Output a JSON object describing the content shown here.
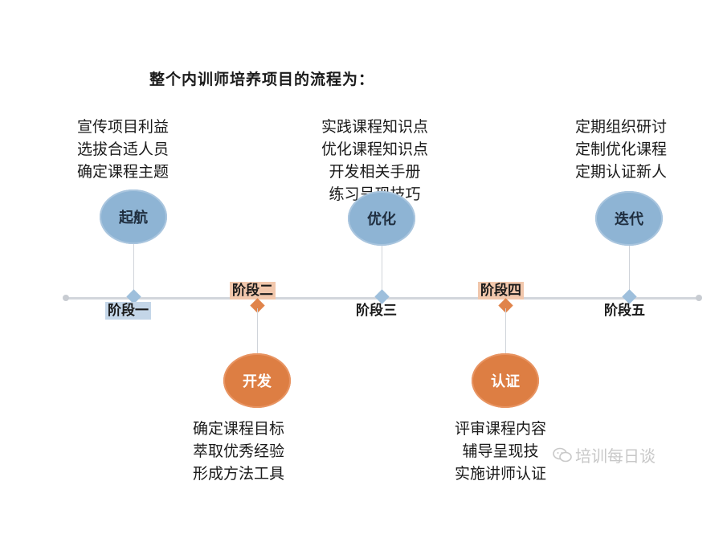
{
  "title": "整个内训师培养项目的流程为：",
  "stages": [
    {
      "stage": "阶段一",
      "node": "起航",
      "color": "blue",
      "items": [
        "宣传项目利益",
        "选拔合适人员",
        "确定课程主题"
      ]
    },
    {
      "stage": "阶段二",
      "node": "开发",
      "color": "orange",
      "items": [
        "确定课程目标",
        "萃取优秀经验",
        "形成方法工具"
      ]
    },
    {
      "stage": "阶段三",
      "node": "优化",
      "color": "blue",
      "items": [
        "实践课程知识点",
        "优化课程知识点",
        "开发相关手册",
        "练习呈现技巧"
      ]
    },
    {
      "stage": "阶段四",
      "node": "认证",
      "color": "orange",
      "items": [
        "评审课程内容",
        "辅导呈现技",
        "实施讲师认证"
      ]
    },
    {
      "stage": "阶段五",
      "node": "迭代",
      "color": "blue",
      "items": [
        "定期组织研讨",
        "定制优化课程",
        "定期认证新人"
      ]
    }
  ],
  "watermark": "培训每日谈",
  "watermark_icon": "wechat-icon"
}
